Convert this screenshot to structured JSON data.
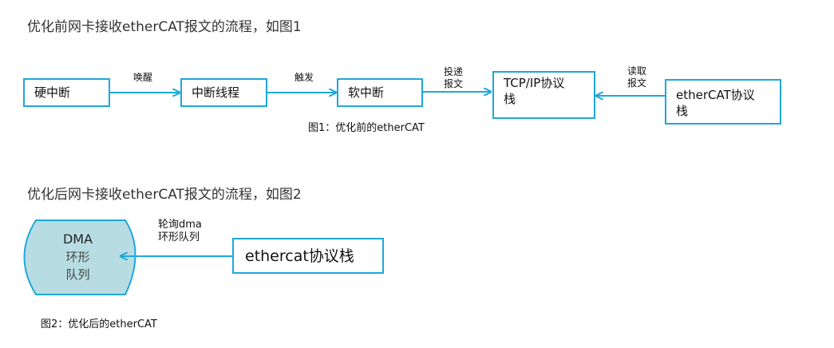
{
  "fig1": {
    "heading": "优化前网卡接收etherCAT报文的流程，如图1",
    "caption": "图1：优化前的etherCAT",
    "nodes": {
      "hard_interrupt": "硬中断",
      "interrupt_thread": "中断线程",
      "soft_interrupt": "软中断",
      "tcpip_stack_line1": "TCP/IP协议",
      "tcpip_stack_line2": "栈",
      "ethercat_stack_line1": "etherCAT协议",
      "ethercat_stack_line2": "栈"
    },
    "edges": {
      "wake": "唤醒",
      "trigger": "触发",
      "deliver_line1": "投递",
      "deliver_line2": "报文",
      "read_line1": "读取",
      "read_line2": "报文"
    }
  },
  "fig2": {
    "heading": "优化后网卡接收etherCAT报文的流程，如图2",
    "caption": "图2：优化后的etherCAT",
    "nodes": {
      "dma_line1": "DMA",
      "dma_line2": "环形",
      "dma_line3": "队列",
      "ethercat_stack": "ethercat协议栈"
    },
    "edges": {
      "poll_line1": "轮询dma",
      "poll_line2": "环形队列"
    }
  },
  "colors": {
    "accent": "#1ea7dc",
    "drum_fill": "#b7dde3",
    "drum_stroke": "#1ea7dc"
  }
}
